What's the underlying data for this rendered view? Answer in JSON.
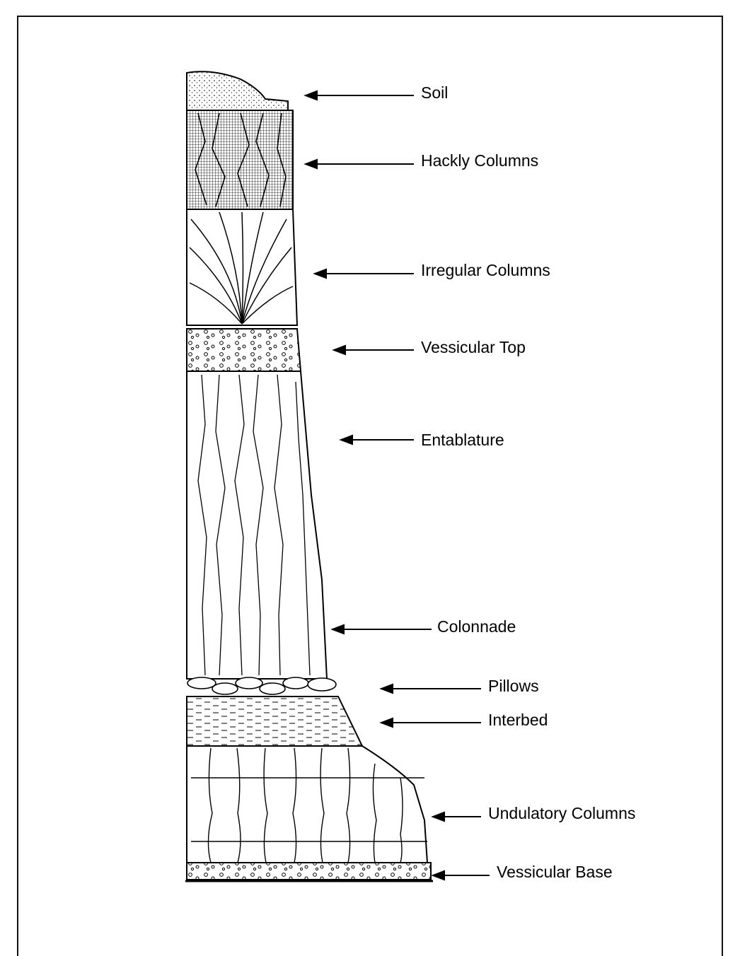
{
  "labels": {
    "soil": "Soil",
    "hackly_columns": "Hackly Columns",
    "irregular_columns": "Irregular Columns",
    "vessicular_top": "Vessicular Top",
    "entablature": "Entablature",
    "colonnade": "Colonnade",
    "pillows": "Pillows",
    "interbed": "Interbed",
    "undulatory_columns": "Undulatory Columns",
    "vessicular_base": "Vessicular Base"
  },
  "colors": {
    "ink": "#000000",
    "background": "#ffffff"
  }
}
